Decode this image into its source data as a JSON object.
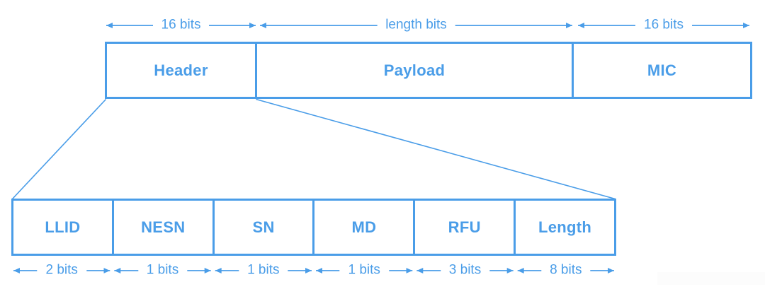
{
  "colors": {
    "accent": "#4A9DE8"
  },
  "packet": {
    "fields": [
      {
        "label": "Header",
        "bits": "16 bits"
      },
      {
        "label": "Payload",
        "bits": "length bits"
      },
      {
        "label": "MIC",
        "bits": "16 bits"
      }
    ]
  },
  "header_fields": {
    "fields": [
      {
        "label": "LLID",
        "bits": "2 bits"
      },
      {
        "label": "NESN",
        "bits": "1 bits"
      },
      {
        "label": "SN",
        "bits": "1 bits"
      },
      {
        "label": "MD",
        "bits": "1 bits"
      },
      {
        "label": "RFU",
        "bits": "3 bits"
      },
      {
        "label": "Length",
        "bits": "8 bits"
      }
    ]
  }
}
